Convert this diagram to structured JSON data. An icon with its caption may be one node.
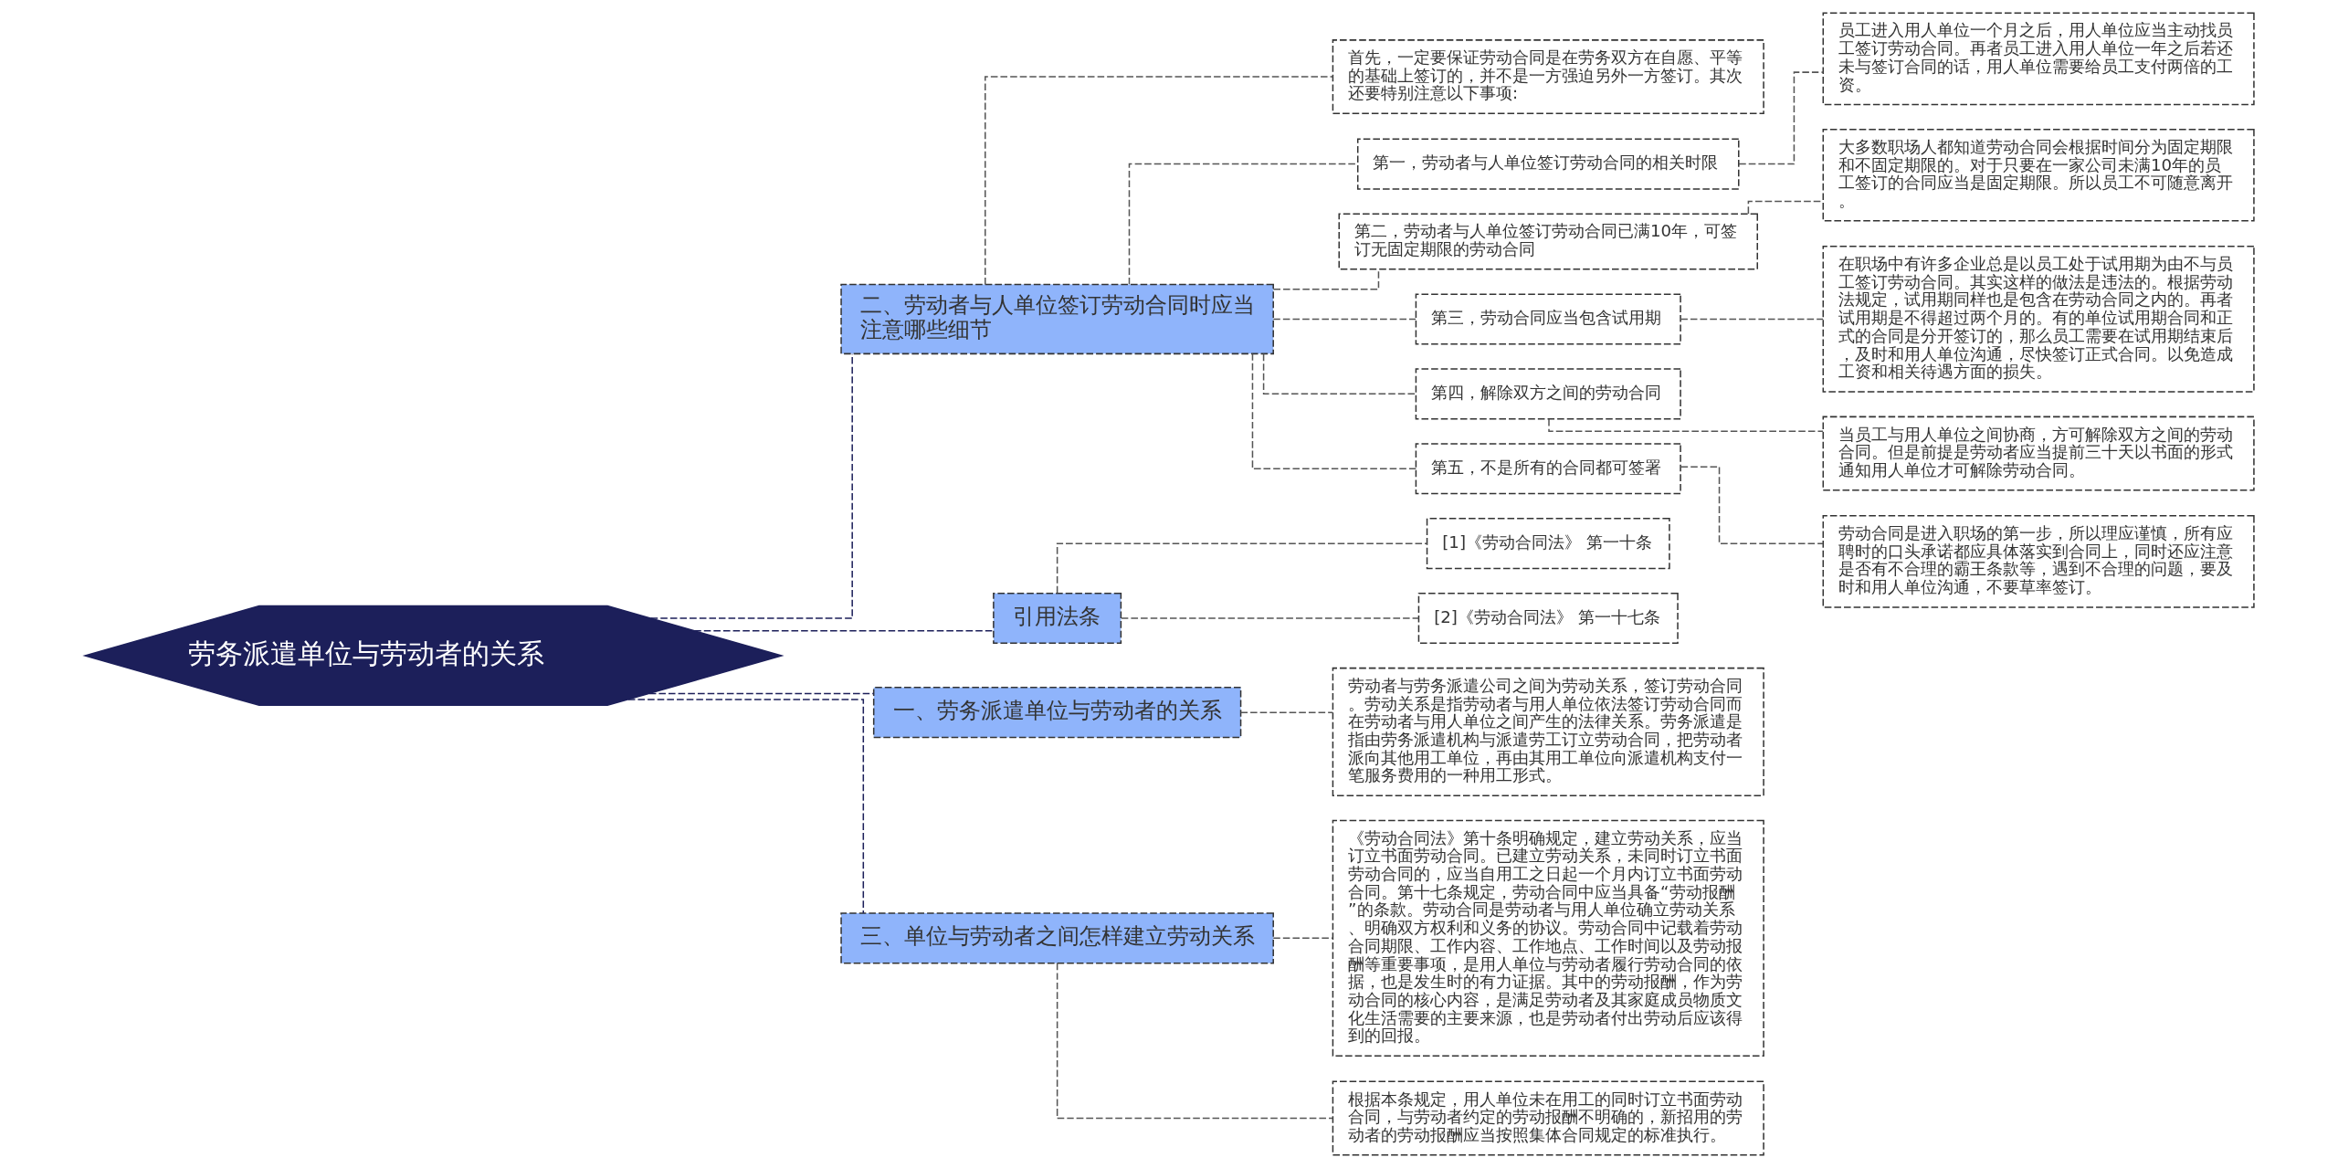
{
  "diagram": {
    "nodes": [
      {
        "text": [
          "劳务派遣单位与劳动者的关系"
        ]
      },
      {
        "text": [
          "二、劳动者与人单位签订劳动合同时应当注意哪些细节"
        ]
      },
      {
        "text": [
          "首先，一定要保证劳动合同是在劳务双方在自愿、平等的基础上签订的，并不是一方强迫另外一方签订。其次还要特别注意以下事项:"
        ]
      },
      {
        "text": [
          "第一，劳动者与人单位签订劳动合同的相关时限"
        ]
      },
      {
        "text": [
          "员工进入用人单位一个月之后，用人单位应当主动找员工签订劳动合同。再者员工进入用人单位一年之后若还未与签订合同的话，用人单位需要给员工支付两倍的工资。"
        ]
      },
      {
        "text": [
          "第二，劳动者与人单位签订劳动合同已满10年，可签订无固定期限的劳动合同"
        ]
      },
      {
        "text": [
          "大多数职场人都知道劳动合同会根据时间分为固定期限和不固定期限的。对于只要在一家公司未满10年的员工签订的合同应当是固定期限。所以员工不可随意离开。"
        ]
      },
      {
        "text": [
          "第三，劳动合同应当包含试用期"
        ]
      },
      {
        "text": [
          "在职场中有许多企业总是以员工处于试用期为由不与员工签订劳动合同。其实这样的做法是违法的。根据劳动法规定，试用期同样也是包含在劳动合同之内的。再者试用期是不得超过两个月的。有的单位试用期合同和正式的合同是分开签订的，那么员工需要在试用期结束后，及时和用人单位沟通，尽快签订正式合同。以免造成工资和相关待遇方面的损失。"
        ]
      },
      {
        "text": [
          "第四，解除双方之间的劳动合同"
        ]
      },
      {
        "text": [
          "当员工与用人单位之间协商，方可解除双方之间的劳动合同。但是前提是劳动者应当提前三十天以书面的形式通知用人单位才可解除劳动合同。"
        ]
      },
      {
        "text": [
          "第五，不是所有的合同都可签署"
        ]
      },
      {
        "text": [
          "劳动合同是进入职场的第一步，所以理应谨慎，所有应聘时的口头承诺都应具体落实到合同上，同时还应注意是否有不合理的霸王条款等，遇到不合理的问题，要及时和用人单位沟通，不要草率签订。"
        ]
      },
      {
        "text": [
          "引用法条"
        ]
      },
      {
        "text": [
          "[1]《劳动合同法》 第一十条"
        ]
      },
      {
        "text": [
          "[2]《劳动合同法》 第一十七条"
        ]
      },
      {
        "text": [
          "一、劳务派遣单位与劳动者的关系"
        ]
      },
      {
        "text": [
          "劳动者与劳务派遣公司之间为劳动关系，签订劳动合同。劳动关系是指劳动者与用人单位依法签订劳动合同而在劳动者与用人单位之间产生的法律关系。劳务派遣是指由劳务派遣机构与派遣劳工订立劳动合同，把劳动者派向其他用工单位，再由其用工单位向派遣机构支付一笔服务费用的一种用工形式。"
        ]
      },
      {
        "text": [
          "三、单位与劳动者之间怎样建立劳动关系"
        ]
      },
      {
        "text": [
          "《劳动合同法》第十条明确规定，建立劳动关系，应当订立书面劳动合同。已建立劳动关系，未同时订立书面劳动合同的，应当自用工之日起一个月内订立书面劳动合同。第十七条规定，劳动合同中应当具备“劳动报酬”的条款。劳动合同是劳动者与用人单位确立劳动关系、明确双方权利和义务的协议。劳动合同中记载着劳动合同期限、工作内容、工作地点、工作时间以及劳动报酬等重要事项，是用人单位与劳动者履行劳动合同的依据，也是发生时的有力证据。其中的劳动报酬，作为劳动合同的核心内容，是满足劳动者及其家庭成员物质文化生活需要的主要来源，也是劳动者付出劳动后应该得到的回报。"
        ]
      },
      {
        "text": [
          "根据本条规定，用人单位未在用工的同时订立书面劳动合同，与劳动者约定的劳动报酬不明确的，新招用的劳动者的劳动报酬应当按照集体合同规定的标准执行。"
        ]
      }
    ],
    "edges": [
      {
        "from": 0,
        "to": 1,
        "arrow": "none",
        "style": "dashed",
        "color": "#1c1f5a"
      },
      {
        "from": 1,
        "to": 2,
        "arrow": "none",
        "style": "dashed"
      },
      {
        "from": 1,
        "to": 3,
        "arrow": "none",
        "style": "dashed"
      },
      {
        "from": 3,
        "to": 4,
        "arrow": "none",
        "style": "dashed"
      },
      {
        "from": 1,
        "to": 5,
        "arrow": "none",
        "style": "dashed"
      },
      {
        "from": 5,
        "to": 6,
        "arrow": "none",
        "style": "dashed"
      },
      {
        "from": 1,
        "to": 7,
        "arrow": "none",
        "style": "dashed"
      },
      {
        "from": 7,
        "to": 8,
        "arrow": "none",
        "style": "dashed"
      },
      {
        "from": 1,
        "to": 9,
        "arrow": "none",
        "style": "dashed"
      },
      {
        "from": 9,
        "to": 10,
        "arrow": "none",
        "style": "dashed"
      },
      {
        "from": 1,
        "to": 11,
        "arrow": "none",
        "style": "dashed"
      },
      {
        "from": 11,
        "to": 12,
        "arrow": "none",
        "style": "dashed"
      },
      {
        "from": 0,
        "to": 13,
        "arrow": "none",
        "style": "dashed",
        "color": "#1c1f5a"
      },
      {
        "from": 13,
        "to": 14,
        "arrow": "none",
        "style": "dashed"
      },
      {
        "from": 13,
        "to": 15,
        "arrow": "none",
        "style": "dashed"
      },
      {
        "from": 0,
        "to": 16,
        "arrow": "none",
        "style": "dashed",
        "color": "#1c1f5a"
      },
      {
        "from": 16,
        "to": 17,
        "arrow": "none",
        "style": "dashed"
      },
      {
        "from": 0,
        "to": 18,
        "arrow": "none",
        "style": "dashed",
        "color": "#1c1f5a"
      },
      {
        "from": 18,
        "to": 19,
        "arrow": "none",
        "style": "dashed"
      },
      {
        "from": 18,
        "to": 20,
        "arrow": "none",
        "style": "dashed"
      }
    ]
  }
}
